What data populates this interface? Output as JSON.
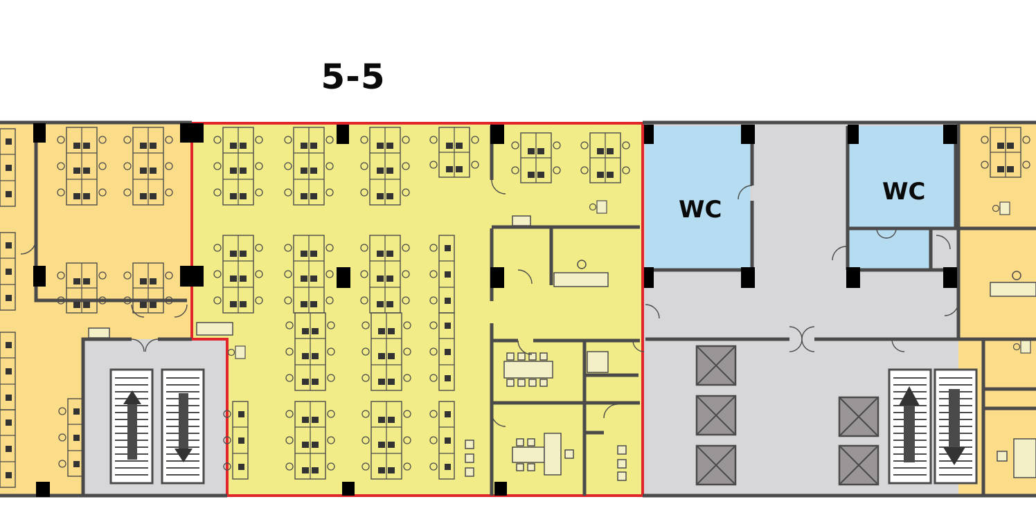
{
  "unit": {
    "title": "5-5",
    "highlight_color": "#e0262a",
    "fill_color": "#f1ec87"
  },
  "rooms": {
    "wc_left": "WC",
    "wc_right": "WC"
  },
  "colors": {
    "office": "#fbdc88",
    "selected_unit": "#f1ec87",
    "wc": "#b6dcf1",
    "core": "#d7d6d8",
    "wall": "#4a4a4a",
    "column": "#000000"
  },
  "icons": {
    "stair_up": "arrow-up-icon",
    "stair_down": "arrow-down-icon",
    "elevator": "elevator-icon",
    "workstation": "desk-cluster-icon"
  }
}
